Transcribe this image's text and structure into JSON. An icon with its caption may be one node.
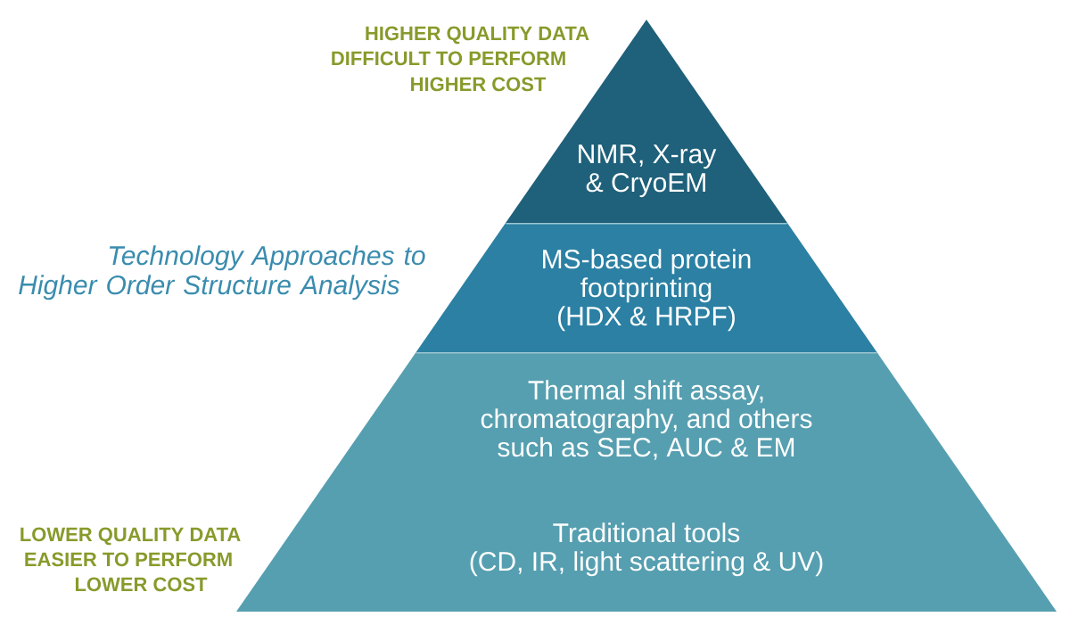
{
  "diagram": {
    "title": "Technology Approaches to Higher Order Structure Analysis",
    "nodes": [
      {
        "text": [
          "NMR, X-ray & CryoEM"
        ]
      },
      {
        "text": [
          "MS-based protein footprinting (HDX & HRPF)"
        ]
      },
      {
        "text": [
          "Thermal shift assay, chromatography, and others such as SEC, AUC & EM",
          "Traditional tools (CD, IR, light scattering & UV)"
        ]
      }
    ],
    "labels": [
      "HIGHER QUALITY DATA",
      "DIFFICULT TO PERFORM",
      "HIGHER COST",
      "LOWER QUALITY DATA",
      "EASIER TO PERFORM",
      "LOWER COST"
    ]
  }
}
